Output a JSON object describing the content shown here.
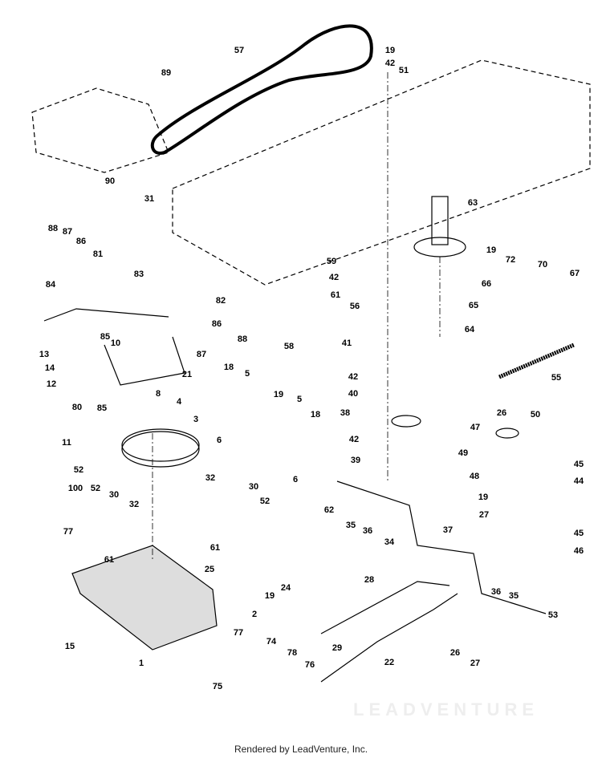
{
  "watermark": "LEADVENTURE",
  "footer": "Rendered by LeadVenture, Inc.",
  "callouts": [
    "57",
    "19",
    "42",
    "51",
    "89",
    "90",
    "31",
    "63",
    "19",
    "72",
    "70",
    "67",
    "88",
    "87",
    "86",
    "81",
    "83",
    "82",
    "59",
    "42",
    "61",
    "56",
    "66",
    "65",
    "64",
    "84",
    "85",
    "86",
    "88",
    "87",
    "21",
    "58",
    "10",
    "13",
    "14",
    "12",
    "8",
    "85",
    "80",
    "11",
    "4",
    "3",
    "18",
    "5",
    "19",
    "5",
    "18",
    "6",
    "6",
    "41",
    "42",
    "40",
    "38",
    "42",
    "39",
    "55",
    "26",
    "50",
    "47",
    "49",
    "45",
    "48",
    "44",
    "19",
    "27",
    "45",
    "46",
    "52",
    "100",
    "52",
    "30",
    "32",
    "32",
    "30",
    "52",
    "77",
    "61",
    "61",
    "62",
    "35",
    "36",
    "34",
    "37",
    "25",
    "24",
    "19",
    "2",
    "28",
    "36",
    "35",
    "53",
    "15",
    "1",
    "77",
    "74",
    "78",
    "76",
    "75",
    "29",
    "22",
    "26",
    "27"
  ]
}
